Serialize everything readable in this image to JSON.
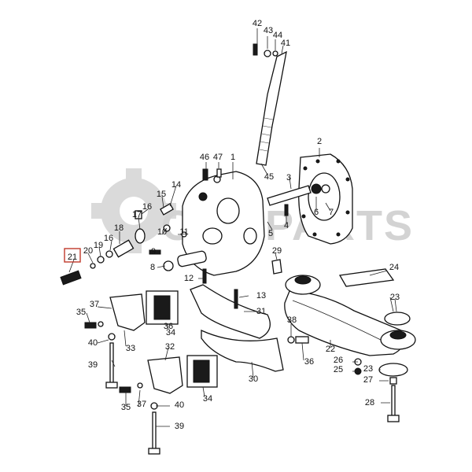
{
  "watermark": {
    "text": "COMPARTS",
    "color": "#cfcfcf"
  },
  "highlight": {
    "label": "21",
    "color": "#c0392b"
  },
  "callouts": [
    {
      "id": "c42",
      "text": "42"
    },
    {
      "id": "c43",
      "text": "43"
    },
    {
      "id": "c44",
      "text": "44"
    },
    {
      "id": "c41",
      "text": "41"
    },
    {
      "id": "c46",
      "text": "46"
    },
    {
      "id": "c47",
      "text": "47"
    },
    {
      "id": "c1",
      "text": "1"
    },
    {
      "id": "c45",
      "text": "45"
    },
    {
      "id": "c2",
      "text": "2"
    },
    {
      "id": "c3",
      "text": "3"
    },
    {
      "id": "c6",
      "text": "6"
    },
    {
      "id": "c7",
      "text": "7"
    },
    {
      "id": "c4",
      "text": "4"
    },
    {
      "id": "c5",
      "text": "5"
    },
    {
      "id": "c14",
      "text": "14"
    },
    {
      "id": "c15",
      "text": "15"
    },
    {
      "id": "c16a",
      "text": "16"
    },
    {
      "id": "c17",
      "text": "17"
    },
    {
      "id": "c10",
      "text": "10"
    },
    {
      "id": "c11",
      "text": "11"
    },
    {
      "id": "c18",
      "text": "18"
    },
    {
      "id": "c16b",
      "text": "16"
    },
    {
      "id": "c19",
      "text": "19"
    },
    {
      "id": "c20",
      "text": "20"
    },
    {
      "id": "c9",
      "text": "9"
    },
    {
      "id": "c8",
      "text": "8"
    },
    {
      "id": "c29",
      "text": "29"
    },
    {
      "id": "c24",
      "text": "24"
    },
    {
      "id": "c12",
      "text": "12"
    },
    {
      "id": "c13",
      "text": "13"
    },
    {
      "id": "c31",
      "text": "31"
    },
    {
      "id": "c37a",
      "text": "37"
    },
    {
      "id": "c35a",
      "text": "35"
    },
    {
      "id": "c36a",
      "text": "36"
    },
    {
      "id": "c40a",
      "text": "40"
    },
    {
      "id": "c33",
      "text": "33"
    },
    {
      "id": "c34a",
      "text": "34"
    },
    {
      "id": "c39a",
      "text": "39"
    },
    {
      "id": "c32",
      "text": "32"
    },
    {
      "id": "c38",
      "text": "38"
    },
    {
      "id": "c36b",
      "text": "36"
    },
    {
      "id": "c22",
      "text": "22"
    },
    {
      "id": "c23a",
      "text": "23"
    },
    {
      "id": "c26",
      "text": "26"
    },
    {
      "id": "c25",
      "text": "25"
    },
    {
      "id": "c23b",
      "text": "23"
    },
    {
      "id": "c27",
      "text": "27"
    },
    {
      "id": "c30",
      "text": "30"
    },
    {
      "id": "c35b",
      "text": "35"
    },
    {
      "id": "c37b",
      "text": "37"
    },
    {
      "id": "c40b",
      "text": "40"
    },
    {
      "id": "c34b",
      "text": "34"
    },
    {
      "id": "c39b",
      "text": "39"
    },
    {
      "id": "c28",
      "text": "28"
    }
  ]
}
